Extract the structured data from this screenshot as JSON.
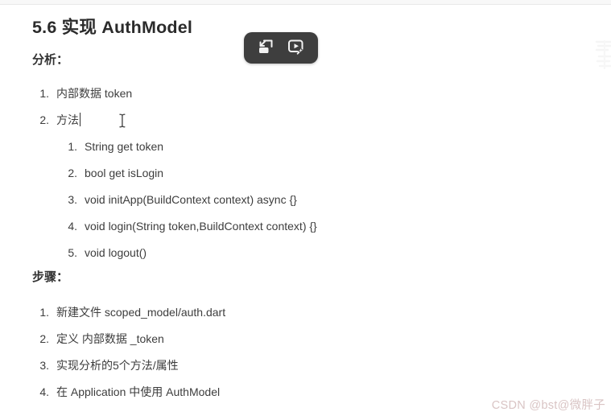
{
  "page": {
    "title": "5.6 实现 AuthModel"
  },
  "analysis": {
    "label": "分析：",
    "items": [
      {
        "num": "1.",
        "text": "内部数据 token"
      },
      {
        "num": "2.",
        "text": "方法"
      }
    ],
    "sub_items": [
      {
        "num": "1.",
        "text": "String get token"
      },
      {
        "num": "2.",
        "text": "bool get isLogin"
      },
      {
        "num": "3.",
        "text": "void initApp(BuildContext context) async {}"
      },
      {
        "num": "4.",
        "text": "void login(String token,BuildContext context) {}"
      },
      {
        "num": "5.",
        "text": "void logout()"
      }
    ]
  },
  "steps": {
    "label": "步骤：",
    "items": [
      {
        "num": "1.",
        "text": "新建文件 scoped_model/auth.dart"
      },
      {
        "num": "2.",
        "text": "定义 内部数据 _token"
      },
      {
        "num": "3.",
        "text": "实现分析的5个方法/属性"
      },
      {
        "num": "4.",
        "text": "在 Application 中使用 AuthModel"
      }
    ]
  },
  "overlay_toolbar": {
    "icons": [
      "picture-in-picture-icon",
      "video-ai-icon"
    ],
    "background": "#3e3e3e"
  },
  "watermark": {
    "text": "CSDN @bst@微胖子",
    "color": "#d9c4c4"
  },
  "colors": {
    "background": "#ffffff",
    "title_text": "#2b2b2b",
    "body_text": "#3d3d3d",
    "top_strip": "#f8f8f8"
  }
}
